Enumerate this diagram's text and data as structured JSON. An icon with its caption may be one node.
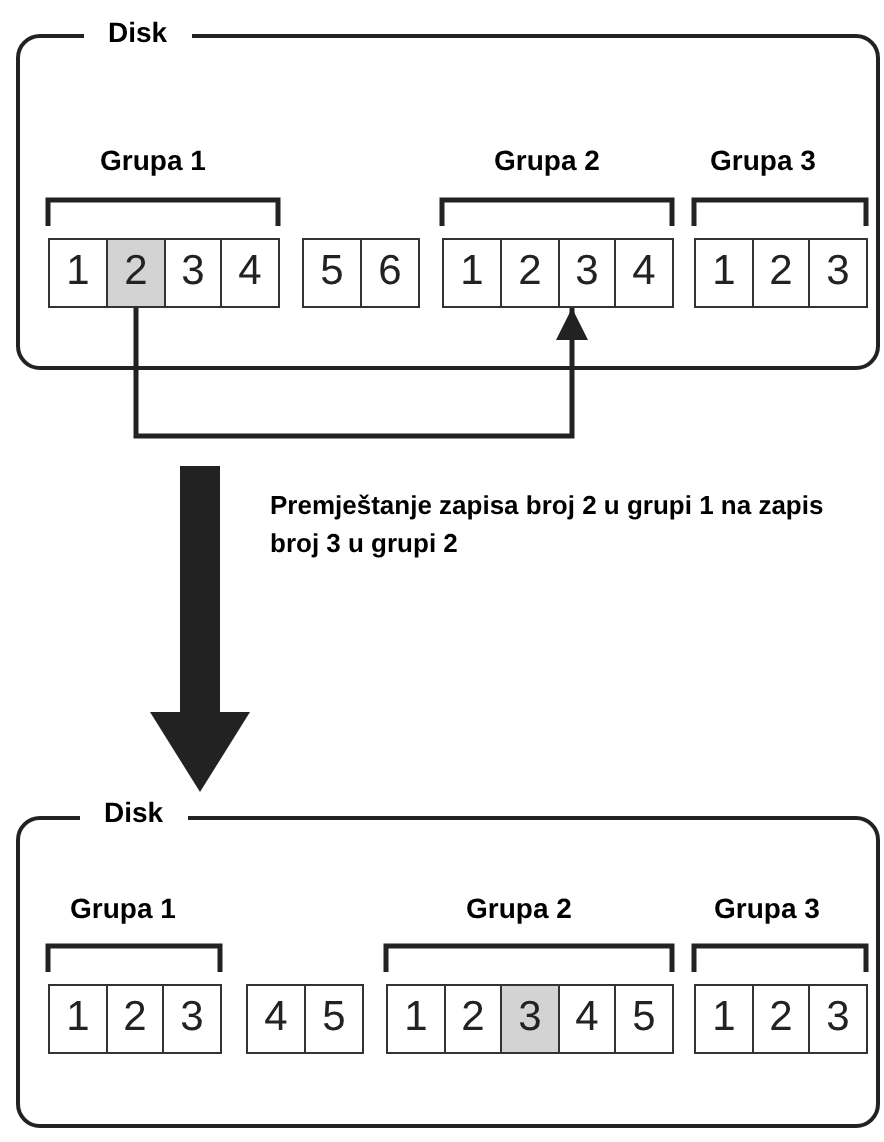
{
  "diagram": {
    "nodes": [
      {
        "text": [
          "Disk"
        ]
      },
      {
        "text": [
          "1"
        ],
        "in": 0
      },
      {
        "text": [
          "2"
        ],
        "in": 0
      },
      {
        "text": [
          "3"
        ],
        "in": 0
      },
      {
        "text": [
          "4"
        ],
        "in": 0
      },
      {
        "text": [
          "5"
        ],
        "in": 0
      },
      {
        "text": [
          "6"
        ],
        "in": 0
      },
      {
        "text": [
          "1"
        ],
        "in": 0
      },
      {
        "text": [
          "2"
        ],
        "in": 0
      },
      {
        "text": [
          "3"
        ],
        "in": 0
      },
      {
        "text": [
          "4"
        ],
        "in": 0
      },
      {
        "text": [
          "1"
        ],
        "in": 0
      },
      {
        "text": [
          "2"
        ],
        "in": 0
      },
      {
        "text": [
          "3"
        ],
        "in": 0
      },
      {
        "text": [
          "Disk"
        ]
      },
      {
        "text": [
          "1"
        ],
        "in": 14
      },
      {
        "text": [
          "2"
        ],
        "in": 14
      },
      {
        "text": [
          "3"
        ],
        "in": 14
      },
      {
        "text": [
          "4"
        ],
        "in": 14
      },
      {
        "text": [
          "5"
        ],
        "in": 14
      },
      {
        "text": [
          "1"
        ],
        "in": 14
      },
      {
        "text": [
          "2"
        ],
        "in": 14
      },
      {
        "text": [
          "3"
        ],
        "in": 14
      },
      {
        "text": [
          "4"
        ],
        "in": 14
      },
      {
        "text": [
          "5"
        ],
        "in": 14
      },
      {
        "text": [
          "1"
        ],
        "in": 14
      },
      {
        "text": [
          "2"
        ],
        "in": 14
      },
      {
        "text": [
          "3"
        ],
        "in": 14
      }
    ],
    "edges": [
      {
        "from": 2,
        "to": 9,
        "arrow": "to"
      },
      {
        "from": 0,
        "to": 14,
        "arrow": "to",
        "style": "thick",
        "label": "Premještanje zapisa broj 2 u grupi 1 na zapis broj 3 u grupi 2"
      }
    ],
    "labels": [
      "Grupa 1",
      "Grupa 2",
      "Grupa 3",
      "Grupa 1",
      "Grupa 2",
      "Grupa 3"
    ]
  }
}
